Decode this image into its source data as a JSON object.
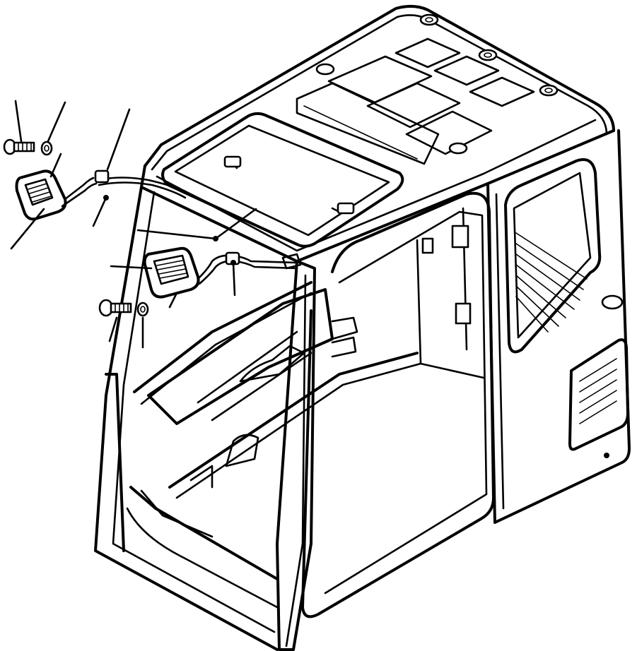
{
  "diagram": {
    "kind": "exploded-parts-illustration",
    "subject": "cab-assembly",
    "parts": [
      {
        "name": "lamp-upper"
      },
      {
        "name": "lamp-lower"
      },
      {
        "name": "bolt-upper"
      },
      {
        "name": "bolt-lower"
      },
      {
        "name": "washer-upper"
      },
      {
        "name": "washer-lower"
      },
      {
        "name": "wiring-harness-upper"
      },
      {
        "name": "wiring-harness-lower"
      }
    ],
    "leader_line_count": 10,
    "colors": {
      "line": "#000000",
      "background": "#ffffff"
    }
  }
}
